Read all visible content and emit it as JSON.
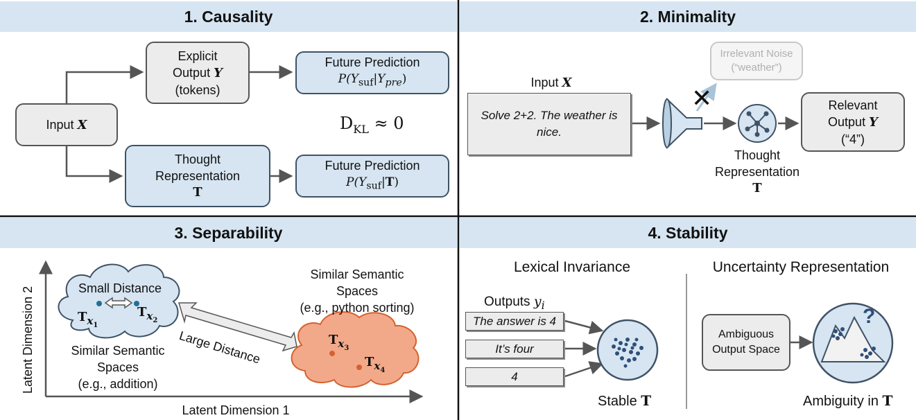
{
  "panels": {
    "causality": {
      "title": "1. Causality",
      "input_label": "Input",
      "input_var": "X",
      "explicit_line1": "Explicit",
      "explicit_line2": "Output",
      "explicit_var": "Y",
      "explicit_line3": "(tokens)",
      "thought_line1": "Thought",
      "thought_line2": "Representation",
      "thought_var": "T",
      "future1_title": "Future Prediction",
      "future1_formula": "P(Y",
      "future1_sub": "suf",
      "future1_cond": "|",
      "future1_cond_var": "Y",
      "future1_cond_sub": "pre",
      "future1_close": ")",
      "future2_title": "Future Prediction",
      "future2_formula": "P(Y",
      "future2_sub": "suf",
      "future2_cond": "|",
      "future2_cond_var": "T",
      "future2_close": ")",
      "kl_label": "D",
      "kl_sub": "KL",
      "kl_rel": "≈ 0"
    },
    "minimality": {
      "title": "2. Minimality",
      "input_label": "Input",
      "input_var": "X",
      "input_text": "Solve 2+2. The weather is nice.",
      "noise_line1": "Irrelevant Noise",
      "noise_line2": "(“weather”)",
      "block_mark": "✕",
      "thought_line1": "Thought",
      "thought_line2": "Representation",
      "thought_var": "T",
      "relevant_line1": "Relevant",
      "relevant_line2": "Output",
      "relevant_var": "Y",
      "relevant_line3": "(“4”)",
      "funnel_icon": "funnel-icon",
      "network_icon": "network-icon"
    },
    "separability": {
      "title": "3. Separability",
      "y_axis": "Latent Dimension 2",
      "x_axis": "Latent Dimension 1",
      "small_distance": "Small Distance",
      "large_distance": "Large Distance",
      "t_x1": "T",
      "t_x1_sub": "x",
      "t_x1_subsub": "1",
      "t_x2": "T",
      "t_x2_sub": "x",
      "t_x2_subsub": "2",
      "t_x3": "T",
      "t_x3_sub": "x",
      "t_x3_subsub": "3",
      "t_x4": "T",
      "t_x4_sub": "x",
      "t_x4_subsub": "4",
      "left_line1": "Similar Semantic",
      "left_line2": "Spaces",
      "left_line3": "(e.g., addition)",
      "right_line1": "Similar Semantic",
      "right_line2": "Spaces",
      "right_line3": "(e.g., python sorting)",
      "colors": {
        "left_cloud": "#d6e5f1",
        "right_cloud": "#f2a98a"
      }
    },
    "stability": {
      "title": "4. Stability",
      "lexical_title": "Lexical Invariance",
      "uncertainty_title": "Uncertainty Representation",
      "outputs_label": "Outputs",
      "outputs_var": "y",
      "outputs_sub": "i",
      "outputs": [
        "The answer is 4",
        "It’s four",
        "4"
      ],
      "stable_label": "Stable",
      "stable_var": "T",
      "ambiguous_line1": "Ambiguous",
      "ambiguous_line2": "Output Space",
      "ambiguity_label": "Ambiguity in",
      "ambiguity_var": "T",
      "question_mark": "?"
    }
  },
  "colors": {
    "header_bg": "#d6e5f1",
    "box_blue": "#d6e5f1",
    "box_grey": "#ececec",
    "accent_dark": "#3f5266"
  }
}
